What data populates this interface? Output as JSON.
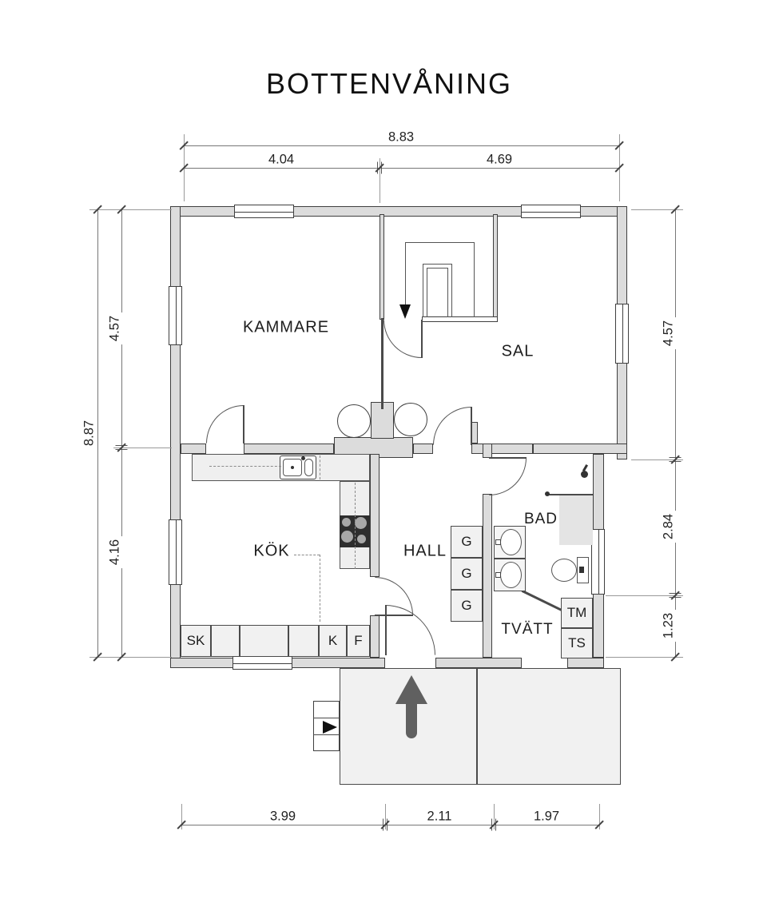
{
  "title": "BOTTENVÅNING",
  "rooms": {
    "kammare": "KAMMARE",
    "sal": "SAL",
    "kok": "KÖK",
    "hall": "HALL",
    "bad": "BAD",
    "tvatt": "TVÄTT"
  },
  "fixtures": {
    "sk": "SK",
    "k": "K",
    "f": "F",
    "g1": "G",
    "g2": "G",
    "g3": "G",
    "tm": "TM",
    "ts": "TS"
  },
  "dimensions": {
    "top": {
      "total": "8.83",
      "seg1": "4.04",
      "seg2": "4.69"
    },
    "left": {
      "total": "8.87",
      "seg1": "4.57",
      "seg2": "4.16"
    },
    "right": {
      "seg1": "4.57",
      "seg2": "2.84",
      "seg3": "1.23"
    },
    "bottom": {
      "seg1": "3.99",
      "seg2": "2.11",
      "seg3": "1.97"
    }
  },
  "icons": {
    "stair_arrow": "down-arrow",
    "entrance_arrow": "up-arrow",
    "side_steps_arrow": "right-arrow",
    "shower": "shower-head"
  },
  "colors": {
    "wall_fill": "#dcdcdc",
    "wall_line": "#3f3f3f",
    "deck_fill": "#f1f1f1",
    "arrow_gray": "#606060",
    "stove": "#2e2e2e"
  }
}
